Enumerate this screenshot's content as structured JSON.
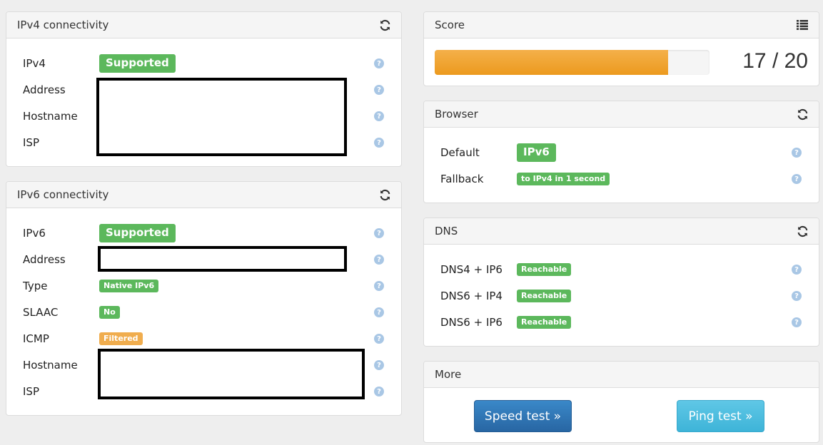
{
  "ipv4": {
    "title": "IPv4 connectivity",
    "rows": [
      {
        "label": "IPv4",
        "badge": "Supported"
      },
      {
        "label": "Address"
      },
      {
        "label": "Hostname"
      },
      {
        "label": "ISP"
      }
    ]
  },
  "ipv6": {
    "title": "IPv6 connectivity",
    "rows": [
      {
        "label": "IPv6",
        "badge": "Supported"
      },
      {
        "label": "Address"
      },
      {
        "label": "Type",
        "badge": "Native IPv6"
      },
      {
        "label": "SLAAC",
        "badge": "No"
      },
      {
        "label": "ICMP",
        "badge": "Filtered"
      },
      {
        "label": "Hostname"
      },
      {
        "label": "ISP"
      }
    ]
  },
  "score": {
    "title": "Score",
    "value": "17 / 20",
    "progress": 0.85
  },
  "browser": {
    "title": "Browser",
    "rows": [
      {
        "label": "Default",
        "badge": "IPv6"
      },
      {
        "label": "Fallback",
        "badge": "to IPv4 in 1 second"
      }
    ]
  },
  "dns": {
    "title": "DNS",
    "rows": [
      {
        "label": "DNS4 + IP6",
        "badge": "Reachable"
      },
      {
        "label": "DNS6 + IP4",
        "badge": "Reachable"
      },
      {
        "label": "DNS6 + IP6",
        "badge": "Reachable"
      }
    ]
  },
  "more": {
    "title": "More",
    "speed_label": "Speed test »",
    "ping_label": "Ping test »"
  },
  "help_glyph": "?",
  "colors": {
    "success": "#5cb85c",
    "warning": "#f0ad4e",
    "progress": "#f0a030",
    "primary": "#337ab7",
    "info": "#5bc0de",
    "help": "#a9c7e5"
  }
}
